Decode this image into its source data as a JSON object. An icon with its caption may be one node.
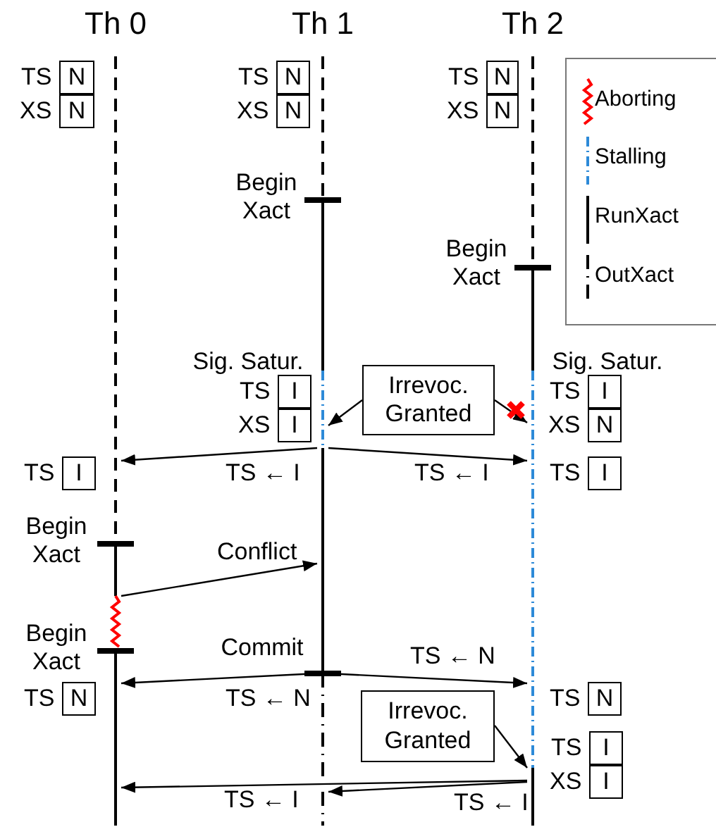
{
  "diagram": {
    "nodes": [
      {
        "text": [],
        "shape": "line",
        "beside": [
          "Th 0"
        ]
      },
      {
        "text": [],
        "shape": "line",
        "beside": [
          "Th 1"
        ]
      },
      {
        "text": [],
        "shape": "line",
        "beside": [
          "Th 2"
        ]
      },
      {
        "text": [
          "N"
        ],
        "beside": [
          "TS"
        ]
      },
      {
        "text": [
          "N"
        ],
        "beside": [
          "XS"
        ]
      },
      {
        "text": [
          "N"
        ],
        "beside": [
          "TS"
        ]
      },
      {
        "text": [
          "N"
        ],
        "beside": [
          "XS"
        ]
      },
      {
        "text": [
          "N"
        ],
        "beside": [
          "TS"
        ]
      },
      {
        "text": [
          "N"
        ],
        "beside": [
          "XS"
        ]
      },
      {
        "text": [
          "I"
        ],
        "beside": [
          "TS"
        ]
      },
      {
        "text": [
          "I"
        ],
        "beside": [
          "XS"
        ]
      },
      {
        "text": [
          "Irrevoc. Granted"
        ]
      },
      {
        "text": [
          "I"
        ],
        "beside": [
          "TS"
        ]
      },
      {
        "text": [
          "N"
        ],
        "beside": [
          "XS"
        ]
      },
      {
        "text": [
          "I"
        ],
        "beside": [
          "TS"
        ]
      },
      {
        "text": [
          "I"
        ],
        "beside": [
          "TS"
        ]
      },
      {
        "text": [
          "N"
        ],
        "beside": [
          "TS"
        ]
      },
      {
        "text": [
          "N"
        ],
        "beside": [
          "TS"
        ]
      },
      {
        "text": [
          "Irrevoc. Granted"
        ]
      },
      {
        "text": [
          "I"
        ],
        "beside": [
          "TS"
        ]
      },
      {
        "text": [
          "I"
        ],
        "beside": [
          "XS"
        ]
      }
    ],
    "edges": [
      {
        "from": 11,
        "to": 1,
        "arrow": "to"
      },
      {
        "from": 11,
        "to": 2,
        "arrow": "to"
      },
      {
        "from": 1,
        "to": 0,
        "arrow": "to",
        "label": "TS ← I"
      },
      {
        "from": 1,
        "to": 2,
        "arrow": "to",
        "label": "TS ← I"
      },
      {
        "from": 0,
        "to": 1,
        "arrow": "to",
        "label": "Conflict"
      },
      {
        "from": 1,
        "to": 0,
        "arrow": "to",
        "label": "TS ← N"
      },
      {
        "from": 1,
        "to": 2,
        "arrow": "to",
        "label": "TS ← N"
      },
      {
        "from": 18,
        "to": 2,
        "arrow": "to"
      },
      {
        "from": 2,
        "to": 0,
        "arrow": "to",
        "label": "TS ← I"
      },
      {
        "from": 2,
        "to": 1,
        "arrow": "to",
        "label": "TS ← I"
      }
    ],
    "labels": [
      "Begin Xact",
      "Begin Xact",
      "Sig. Satur.",
      "Sig. Satur.",
      "Begin Xact",
      "Begin Xact",
      "Commit"
    ],
    "legend": [
      {
        "text": "Aborting"
      },
      {
        "text": "Stalling"
      },
      {
        "text": "RunXact"
      },
      {
        "text": "OutXact"
      }
    ]
  }
}
